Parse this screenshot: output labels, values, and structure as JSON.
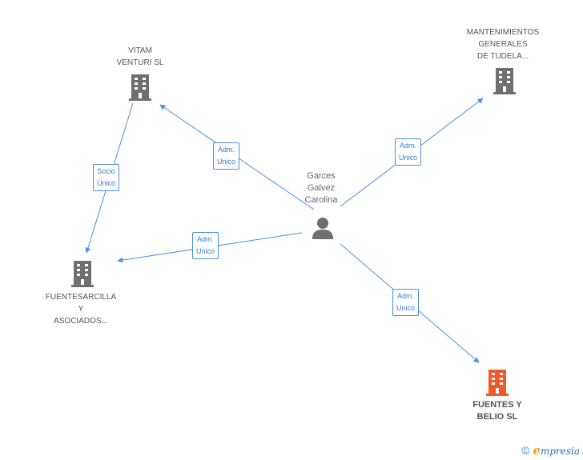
{
  "colors": {
    "edge": "#4a90e2",
    "building": "#6f6f6f",
    "building_highlight": "#f05a28",
    "person": "#6f6f6f"
  },
  "center": {
    "label": "Garces\nGalvez\nCarolina",
    "icon": "person-icon"
  },
  "nodes": [
    {
      "id": "vitam",
      "label": "VITAM\nVENTURI SL",
      "icon": "building-icon",
      "highlight": false
    },
    {
      "id": "mantenimientos",
      "label": "MANTENIMIENTOS\nGENERALES\nDE TUDELA...",
      "icon": "building-icon",
      "highlight": false
    },
    {
      "id": "fuentesarcilla",
      "label": "FUENTESARCILLA\nY\nASOCIADOS...",
      "icon": "building-icon",
      "highlight": false
    },
    {
      "id": "fuentes_belio",
      "label": "FUENTES Y\nBELIO SL",
      "icon": "building-icon",
      "highlight": true
    }
  ],
  "edges": [
    {
      "from": "center",
      "to": "vitam",
      "label": "Adm.\nUnico"
    },
    {
      "from": "center",
      "to": "mantenimientos",
      "label": "Adm.\nUnico"
    },
    {
      "from": "center",
      "to": "fuentesarcilla",
      "label": "Adm.\nUnico"
    },
    {
      "from": "center",
      "to": "fuentes_belio",
      "label": "Adm.\nUnico"
    },
    {
      "from": "vitam",
      "to": "fuentesarcilla",
      "label": "Socio\nÚnico"
    }
  ],
  "footer": {
    "copyright": "©",
    "brand_initial": "e",
    "brand_rest": "mpresia"
  }
}
